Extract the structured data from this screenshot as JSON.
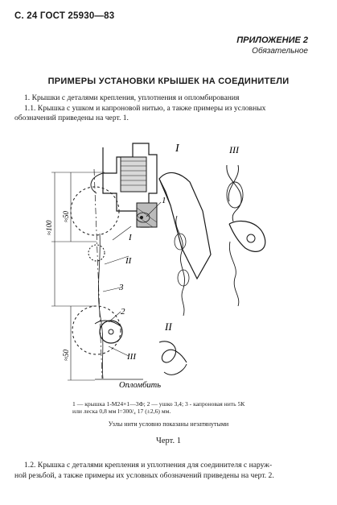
{
  "header": {
    "page_ref": "С. 24 ГОСТ 25930—83"
  },
  "appendix": {
    "title": "ПРИЛОЖЕНИЕ 2",
    "status": "Обязательное"
  },
  "section_title": "ПРИМЕРЫ УСТАНОВКИ КРЫШЕК НА СОЕДИНИТЕЛИ",
  "paragraphs": {
    "p1": "1. Крышки с деталями крепления, уплотнения и опломбирования",
    "p1_1a": "1.1. Крышка с ушком и капроновой нитью, а также примеры из условных",
    "p1_1b": "обозначений приведены на черт. 1.",
    "p1_2a": "1.2. Крышка с деталями крепления и уплотнения для соединителя с наруж-",
    "p1_2b": "ной резьбой, а также примеры их условных обозначений приведены на черт. 2."
  },
  "figure": {
    "labels": {
      "roman_1": "I",
      "roman_2": "II",
      "roman_3": "III",
      "roman_1b": "I",
      "roman_2b": "II",
      "roman_3b": "III",
      "callout_1": "1",
      "callout_2": "2",
      "callout_3": "3",
      "dim_50_top": "≈50",
      "dim_100": "≈100",
      "dim_50_bottom": "≈50",
      "seal": "Опломбить"
    },
    "caption_line1": "1 — крышка 1-М24×1—3Ф; 2 — ушко 3,4; 3 - капроновая нить 5К",
    "caption_line2": "или леска 0,8 мм l=300/₄ 17 (±2,6) мм.",
    "caption_note": "Узлы нити условно показаны незатянутыми",
    "figure_number": "Черт. 1"
  }
}
